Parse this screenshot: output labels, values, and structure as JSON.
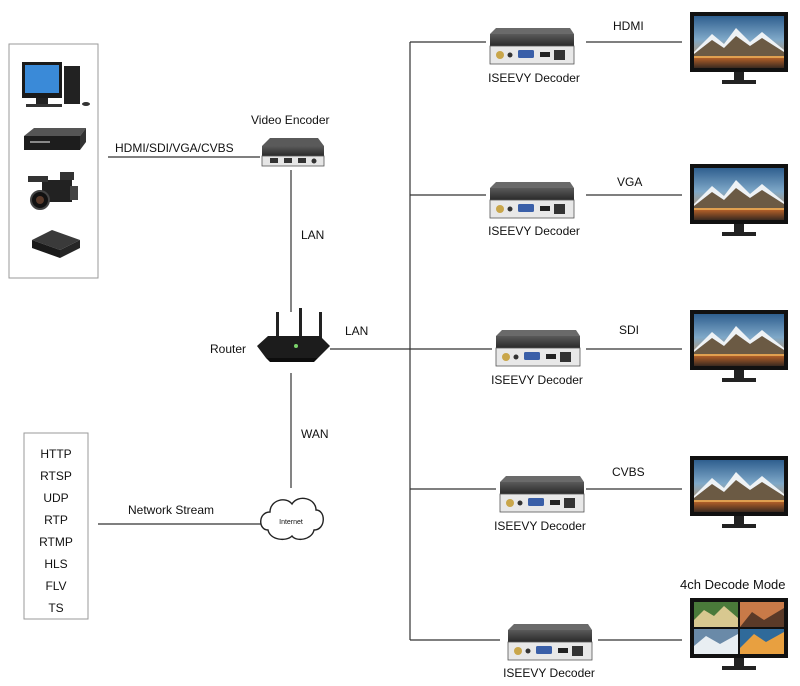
{
  "sources": {
    "icons": [
      "desktop-pc-icon",
      "set-top-box-icon",
      "video-camera-icon",
      "media-player-box-icon"
    ],
    "interface_label": "HDMI/SDI/VGA/CVBS"
  },
  "encoder": {
    "label": "Video Encoder",
    "link_label": "LAN"
  },
  "router": {
    "label": "Router",
    "lan_label": "LAN",
    "wan_label": "WAN"
  },
  "internet": {
    "label": "Internet",
    "stream_label": "Network Stream"
  },
  "protocols": [
    "HTTP",
    "RTSP",
    "UDP",
    "RTP",
    "RTMP",
    "HLS",
    "FLV",
    "TS"
  ],
  "decoders": [
    {
      "label": "ISEEVY Decoder",
      "output": "HDMI"
    },
    {
      "label": "ISEEVY Decoder",
      "output": "VGA"
    },
    {
      "label": "ISEEVY Decoder",
      "output": "SDI"
    },
    {
      "label": "ISEEVY Decoder",
      "output": "CVBS"
    },
    {
      "label": "ISEEVY Decoder",
      "output": ""
    }
  ],
  "quad_mode_label": "4ch Decode Mode",
  "colors": {
    "line": "#333333",
    "device": "#3a3a3a",
    "border": "#9a9a9a"
  }
}
